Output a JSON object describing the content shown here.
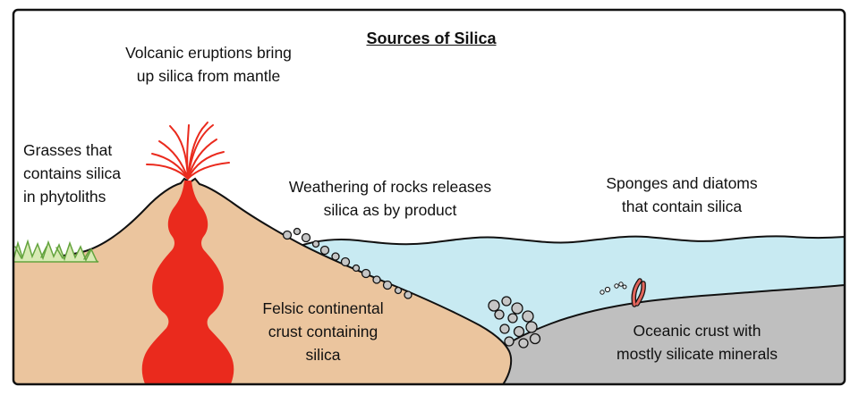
{
  "title": "Sources of Silica",
  "labels": {
    "volcanic": "Volcanic eruptions bring\nup silica from mantle",
    "grasses": "Grasses that\ncontains silica\nin phytoliths",
    "weathering": "Weathering of rocks releases\nsilica as by product",
    "sponges": "Sponges and diatoms\nthat contain silica",
    "felsic": "Felsic continental\ncrust containing\nsilica",
    "oceanic": "Oceanic crust with\nmostly silicate minerals"
  },
  "colors": {
    "crust_tan": "#ebc59e",
    "water_blue": "#c8eaf2",
    "oceanic_gray": "#bfbfbf",
    "rock_gray": "#c6c6c6",
    "magma_red": "#ea2a1d",
    "grass_green": "#64a43e",
    "grass_light": "#d8eab4",
    "sponge_pink": "#e2655c",
    "outline": "#111111"
  }
}
